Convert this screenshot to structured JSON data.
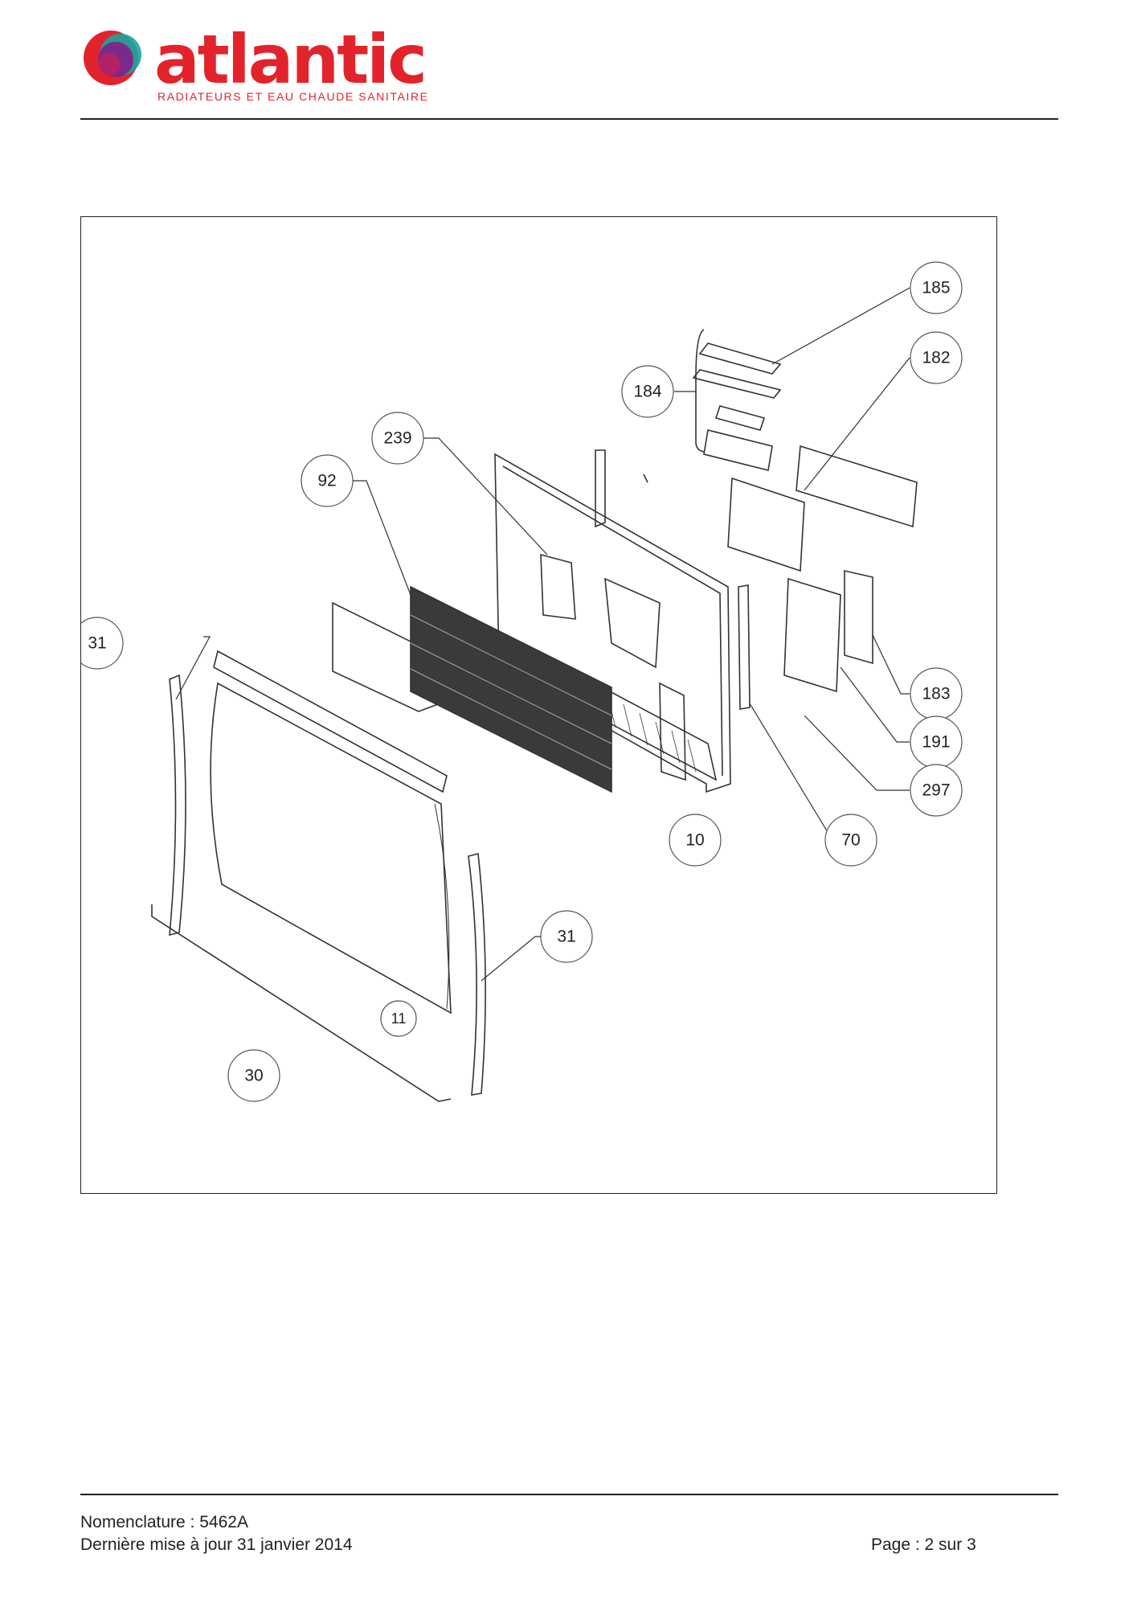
{
  "header": {
    "logo_word": "atlantic",
    "logo_tagline": "RADIATEURS ET EAU CHAUDE SANITAIRE",
    "colors": {
      "brand_red": "#e3232b",
      "logo_purple": "#7a2a8a",
      "logo_teal": "#1aa6a0"
    }
  },
  "diagram": {
    "callouts": [
      "185",
      "182",
      "184",
      "239",
      "92",
      "31",
      "183",
      "191",
      "297",
      "10",
      "70",
      "31",
      "11",
      "30"
    ]
  },
  "footer": {
    "nomenclature": "Nomenclature : 5462A",
    "last_update": "Dernière mise à jour 31 janvier 2014",
    "page": "Page : 2 sur 3"
  }
}
